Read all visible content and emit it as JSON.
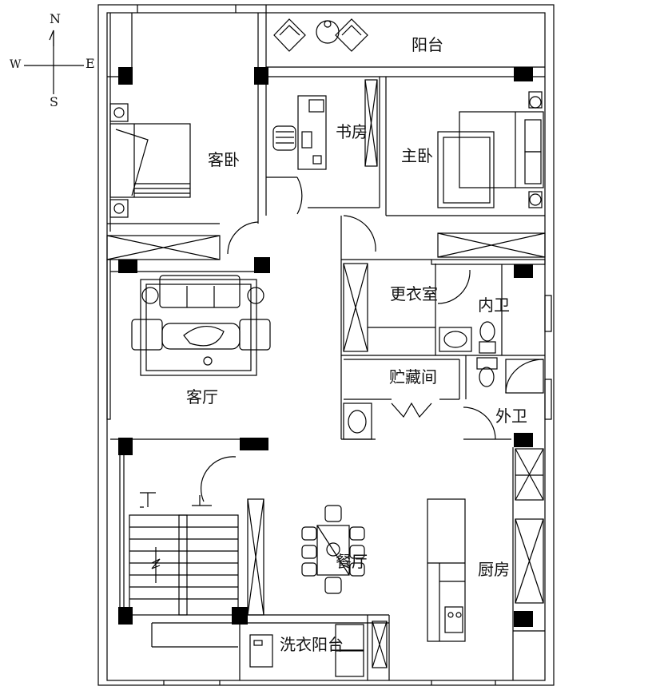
{
  "compass": {
    "n": "N",
    "s": "S",
    "e": "E",
    "w": "W"
  },
  "rooms": {
    "balcony": "阳台",
    "guest_bedroom": "客卧",
    "study": "书房",
    "master_bedroom": "主卧",
    "living_room": "客厅",
    "walk_in_closet": "更衣室",
    "inner_bath": "内卫",
    "storage": "贮藏间",
    "outer_bath": "外卫",
    "dining": "餐厅",
    "kitchen": "厨房",
    "laundry_balcony": "洗衣阳台"
  }
}
